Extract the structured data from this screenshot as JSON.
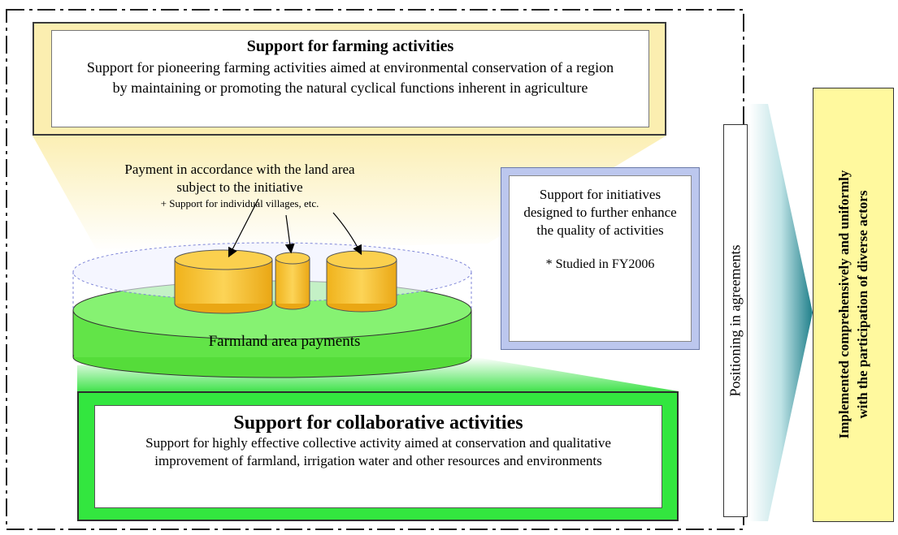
{
  "farming": {
    "title": "Support for farming activities",
    "description": "Support for pioneering farming activities aimed at environmental conservation of a region by maintaining or promoting the natural cyclical functions inherent in agriculture"
  },
  "payment": {
    "line1": "Payment in accordance with the land area",
    "line2": "subject to the initiative",
    "sub": "+ Support for individual villages, etc."
  },
  "farmland": {
    "label": "Farmland area payments"
  },
  "quality": {
    "text": "Support for initiatives designed to further enhance the quality of activities",
    "note": "* Studied in FY2006"
  },
  "collab": {
    "title": "Support for collaborative activities",
    "description": "Support for highly effective collective activity aimed at conservation and qualitative improvement of farmland, irrigation water and other resources and environments"
  },
  "positioning": {
    "label": "Positioning in agreements"
  },
  "implemented": {
    "line1": "Implemented comprehensively and uniformly",
    "line2": "with the participation of diverse actors"
  },
  "colors": {
    "farming_fill": "#fbeeb0",
    "collab_fill": "#33e63f",
    "quality_fill": "#bcc7ee",
    "implemented_fill": "#fff99e",
    "disc_green": "#7df06a",
    "cylinder_yellow": "#f7c42e",
    "arrow_teal": "#2f8f9a"
  }
}
